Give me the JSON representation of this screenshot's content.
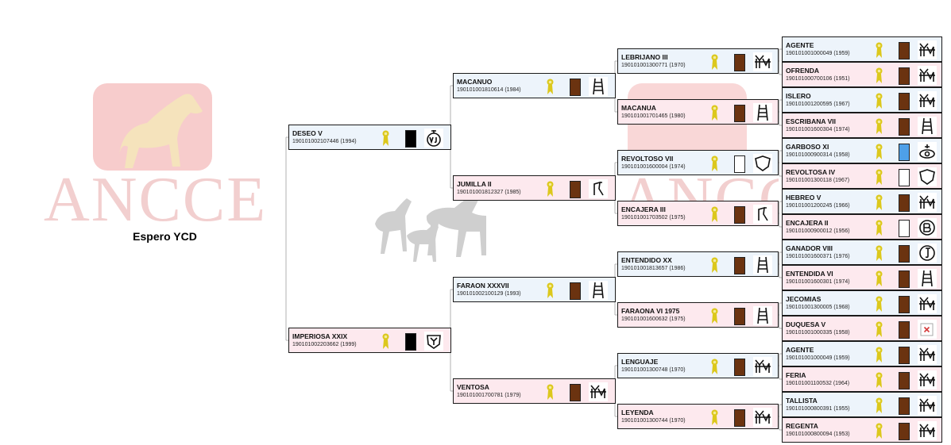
{
  "watermark": {
    "text": "ANCCE"
  },
  "subject": {
    "name": "Espero YCD"
  },
  "colors": {
    "male_bg": "#edf4fb",
    "female_bg": "#fde9ee",
    "coat_bay": "#6b3310",
    "coat_black": "#000000",
    "coat_grey": "#ffffff",
    "coat_blue": "#4ea0e8",
    "medal": "#dcc81c",
    "line": "#b0b0b0"
  },
  "gen1": [
    {
      "name": "DESEO V",
      "reg": "190101002107446 (1994)",
      "sex": "m",
      "coat": "black",
      "brand": "vj-brand"
    },
    {
      "name": "IMPERIOSA XXIX",
      "reg": "190101002203662 (1999)",
      "sex": "f",
      "coat": "black",
      "brand": "shield-y-brand"
    }
  ],
  "gen2": [
    {
      "name": "MACANUO",
      "reg": "190101001810614 (1984)",
      "sex": "m",
      "coat": "bay",
      "brand": "ladder-brand"
    },
    {
      "name": "JUMILLA II",
      "reg": "190101001812327 (1985)",
      "sex": "f",
      "coat": "bay",
      "brand": "hook-brand"
    },
    {
      "name": "FARAON XXXVII",
      "reg": "190101002100129 (1993)",
      "sex": "m",
      "coat": "bay",
      "brand": "ladder-brand"
    },
    {
      "name": "VENTOSA",
      "reg": "190101001700781 (1979)",
      "sex": "f",
      "coat": "bay",
      "brand": "ym-brand"
    }
  ],
  "gen3": [
    {
      "name": "LEBRIJANO III",
      "reg": "190101001300771 (1970)",
      "sex": "m",
      "coat": "bay",
      "brand": "ym-brand"
    },
    {
      "name": "MACANUA",
      "reg": "190101001701465 (1980)",
      "sex": "f",
      "coat": "bay",
      "brand": "ladder-brand"
    },
    {
      "name": "REVOLTOSO VII",
      "reg": "190101001600004 (1974)",
      "sex": "m",
      "coat": "grey",
      "brand": "shield-brand"
    },
    {
      "name": "ENCAJERA III",
      "reg": "190101001703502 (1975)",
      "sex": "f",
      "coat": "bay",
      "brand": "hook-brand"
    },
    {
      "name": "ENTENDIDO XX",
      "reg": "190101001813657 (1986)",
      "sex": "m",
      "coat": "bay",
      "brand": "ladder-brand"
    },
    {
      "name": "FARAONA VI 1975",
      "reg": "190101001600632 (1975)",
      "sex": "f",
      "coat": "bay",
      "brand": "ladder-brand"
    },
    {
      "name": "LENGUAJE",
      "reg": "190101001300748 (1970)",
      "sex": "m",
      "coat": "bay",
      "brand": "ym-brand"
    },
    {
      "name": "LEYENDA",
      "reg": "190101001300744 (1970)",
      "sex": "f",
      "coat": "bay",
      "brand": "ym-brand"
    }
  ],
  "gen4": [
    {
      "name": "AGENTE",
      "reg": "190101001000049 (1959)",
      "sex": "m",
      "coat": "bay",
      "brand": "ym-brand"
    },
    {
      "name": "OFRENDA",
      "reg": "190101000700106 (1951)",
      "sex": "f",
      "coat": "bay",
      "brand": "ym-brand"
    },
    {
      "name": "ISLERO",
      "reg": "190101001200595 (1967)",
      "sex": "m",
      "coat": "bay",
      "brand": "ym-brand"
    },
    {
      "name": "ESCRIBANA VII",
      "reg": "190101001600304 (1974)",
      "sex": "f",
      "coat": "bay",
      "brand": "ladder-brand"
    },
    {
      "name": "GARBOSO XI",
      "reg": "190101000900314 (1958)",
      "sex": "m",
      "coat": "blue",
      "brand": "crown-o-brand"
    },
    {
      "name": "REVOLTOSA IV",
      "reg": "190101001300118 (1967)",
      "sex": "f",
      "coat": "grey",
      "brand": "shield-brand"
    },
    {
      "name": "HEBREO V",
      "reg": "190101001200245 (1966)",
      "sex": "m",
      "coat": "bay",
      "brand": "ym-brand"
    },
    {
      "name": "ENCAJERA II",
      "reg": "190101000900012 (1956)",
      "sex": "f",
      "coat": "grey",
      "brand": "circle-b-brand"
    },
    {
      "name": "GANADOR VIII",
      "reg": "190101001600371 (1976)",
      "sex": "m",
      "coat": "bay",
      "brand": "circle-j-brand"
    },
    {
      "name": "ENTENDIDA VI",
      "reg": "190101001600301 (1974)",
      "sex": "f",
      "coat": "bay",
      "brand": "ladder-brand"
    },
    {
      "name": "JECOMIAS",
      "reg": "190101001300005 (1968)",
      "sex": "m",
      "coat": "bay",
      "brand": "ym-brand"
    },
    {
      "name": "DUQUESA V",
      "reg": "190101001000335 (1958)",
      "sex": "f",
      "coat": "bay",
      "brand": "broken-image-icon"
    },
    {
      "name": "AGENTE",
      "reg": "190101001000049 (1959)",
      "sex": "m",
      "coat": "bay",
      "brand": "ym-brand"
    },
    {
      "name": "FERIA",
      "reg": "190101001100532 (1964)",
      "sex": "f",
      "coat": "bay",
      "brand": "ym-brand"
    },
    {
      "name": "TALLISTA",
      "reg": "190101000800391 (1955)",
      "sex": "m",
      "coat": "bay",
      "brand": "ym-brand"
    },
    {
      "name": "REGENTA",
      "reg": "190101000800094 (1953)",
      "sex": "f",
      "coat": "bay",
      "brand": "ym-brand"
    }
  ]
}
